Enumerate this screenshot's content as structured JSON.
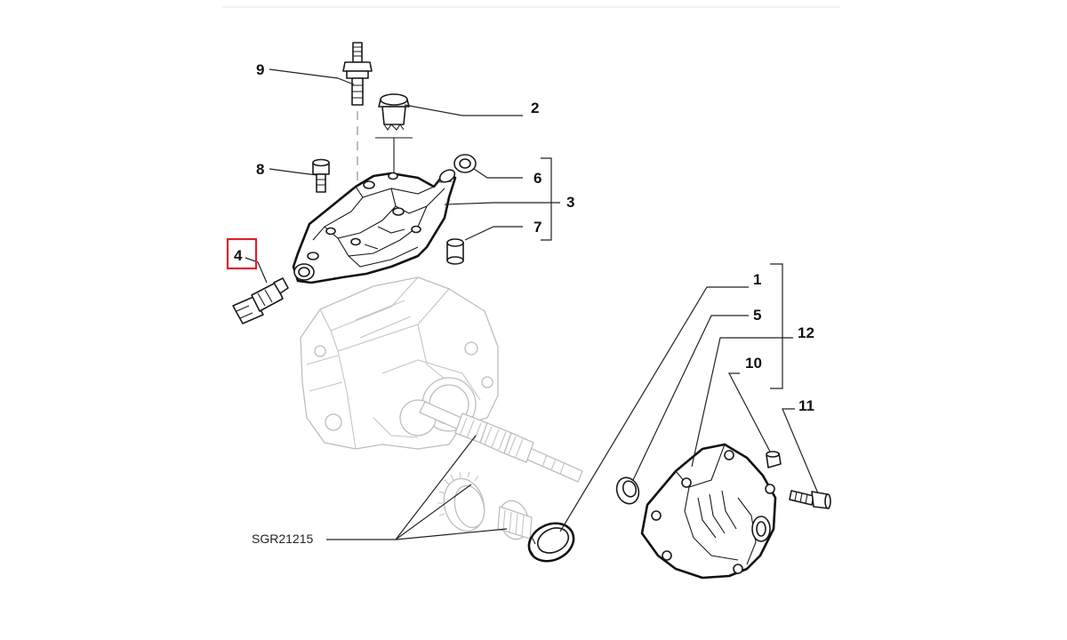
{
  "diagram": {
    "drawing_code": "SGR21215",
    "highlight_color": "#e0202a",
    "callouts": [
      {
        "id": "c1",
        "label": "1"
      },
      {
        "id": "c2",
        "label": "2"
      },
      {
        "id": "c3",
        "label": "3"
      },
      {
        "id": "c4",
        "label": "4",
        "highlighted": true
      },
      {
        "id": "c5",
        "label": "5"
      },
      {
        "id": "c6",
        "label": "6"
      },
      {
        "id": "c7",
        "label": "7"
      },
      {
        "id": "c8",
        "label": "8"
      },
      {
        "id": "c9",
        "label": "9"
      },
      {
        "id": "c10",
        "label": "10"
      },
      {
        "id": "c11",
        "label": "11"
      },
      {
        "id": "c12",
        "label": "12"
      }
    ]
  }
}
